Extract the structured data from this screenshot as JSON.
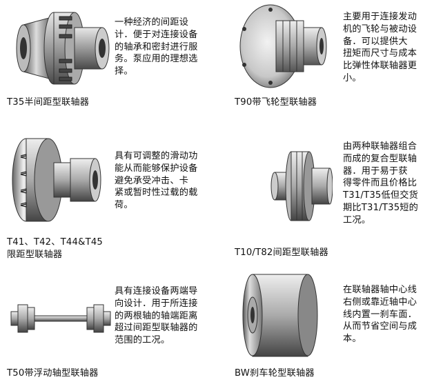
{
  "products": [
    {
      "caption_lines": [
        "T35半间距型联轴器"
      ],
      "description_lines": [
        "一种经济的间距设",
        "计．便于对连接设备",
        "的轴承和密封进行服",
        "务。泵应用的理想选",
        "择。"
      ],
      "image": "coupling-spacer-illustration"
    },
    {
      "caption_lines": [
        "T90带飞轮型联轴器"
      ],
      "description_lines": [
        "主要用于连接发动",
        "机的飞轮与被动设",
        "备．可以提供大",
        "扭矩而尺寸与成本",
        "比弹性体联轴器更",
        "小。"
      ],
      "image": "flywheel-coupling-illustration"
    },
    {
      "caption_lines": [
        "T41、T42、T44&T45",
        "限距型联轴器"
      ],
      "description_lines": [
        "具有可调整的滑动功",
        "能从而能够保护设备",
        "避免承受冲击、卡",
        "紧或暂时性过载的载",
        "荷。"
      ],
      "image": "torque-limiting-coupling-illustration"
    },
    {
      "caption_lines": [
        "T10/T82间距型联轴器"
      ],
      "description_lines": [
        "由两种联轴器组合",
        "而成的复合型联轴",
        "器．用于易于获",
        "得零件而且价格比",
        "T31/T35低但交货",
        "期比T31/T35短的",
        "工况。"
      ],
      "image": "composite-spacer-coupling-illustration"
    },
    {
      "caption_lines": [
        "T50带浮动轴型联轴器"
      ],
      "description_lines": [
        "具有连接设备两端导",
        "向设计．用于所连接",
        "的两根轴的轴端距离",
        "超过间距型联轴器的",
        "范围的工况。"
      ],
      "image": "floating-shaft-coupling-illustration"
    },
    {
      "caption_lines": [
        "BW刹车轮型联轴器"
      ],
      "description_lines": [
        "在联轴器轴中心线",
        "右侧或靠近轴中心",
        "线内置一刹车面．",
        "从而节省空间与成",
        "本。"
      ],
      "image": "brake-wheel-coupling-illustration"
    }
  ]
}
